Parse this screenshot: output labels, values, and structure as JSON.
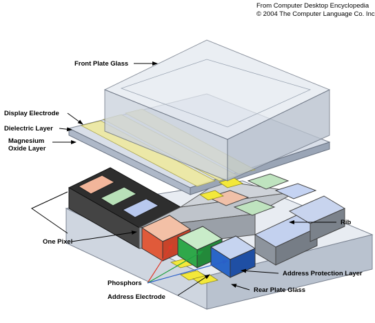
{
  "credits": {
    "line1": "From Computer Desktop Encyclopedia",
    "line2": "© 2004 The Computer Language Co. Inc."
  },
  "labels": {
    "front_plate_glass": "Front Plate Glass",
    "display_electrode": "Display Electrode",
    "dielectric_layer": "Dielectric Layer",
    "magnesium_oxide_line1": "Magnesium",
    "magnesium_oxide_line2": "Oxide Layer",
    "one_pixel": "One Pixel",
    "rib": "Rib",
    "address_protection_layer": "Address Protection Layer",
    "phosphors": "Phosphors",
    "address_electrode": "Address Electrode",
    "rear_plate_glass": "Rear Plate Glass"
  },
  "colors": {
    "red_phosphor": "#e05a3a",
    "green_phosphor": "#2fa84a",
    "blue_phosphor": "#2a66c8",
    "electrode_yellow": "#f3e83a",
    "glass": "#dfe5ee",
    "dark_pixel": "#3a3a3a"
  }
}
